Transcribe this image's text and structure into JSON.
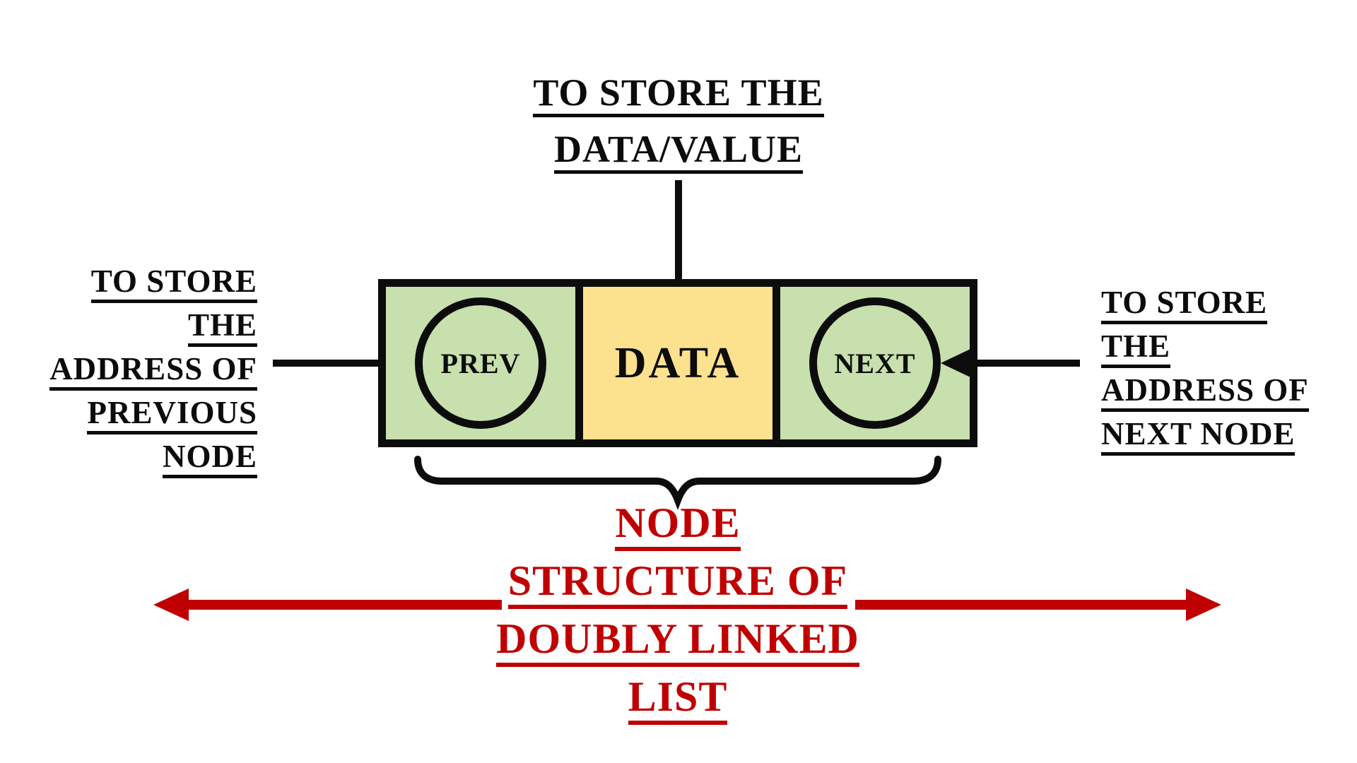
{
  "diagram": {
    "title_lines": [
      "NODE",
      "STRUCTURE OF",
      "DOUBLY LINKED",
      "LIST"
    ],
    "node": {
      "prev_label": "PREV",
      "data_label": "DATA",
      "next_label": "NEXT"
    },
    "annotations": {
      "top": {
        "lines": [
          "TO STORE THE",
          "DATA/VALUE"
        ]
      },
      "left": {
        "lines": [
          "TO STORE",
          "THE",
          "ADDRESS OF",
          "PREVIOUS",
          "NODE"
        ]
      },
      "right": {
        "lines": [
          "TO STORE",
          "THE",
          "ADDRESS OF",
          "NEXT NODE"
        ]
      }
    },
    "colors": {
      "pointer_cell_green": "#c7e0ae",
      "data_cell_yellow": "#fce18f",
      "accent_red": "#c00000",
      "line_black": "#0c0c0c",
      "background": "#ffffff"
    }
  }
}
